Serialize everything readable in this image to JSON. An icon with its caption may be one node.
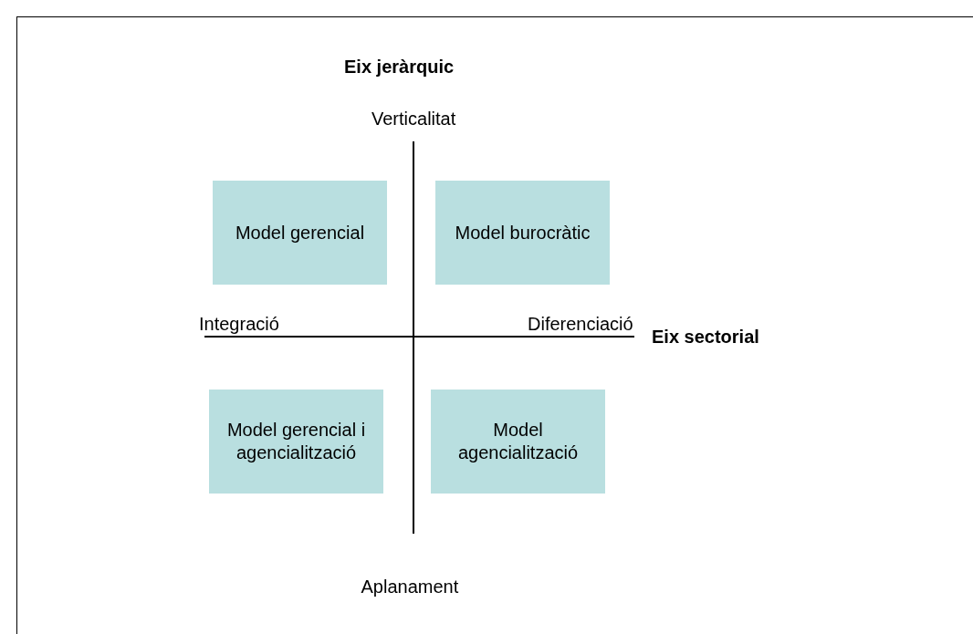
{
  "diagram": {
    "nodes": [
      {
        "text": [
          "Model gerencial"
        ]
      },
      {
        "text": [
          "Model burocràtic"
        ]
      },
      {
        "text": [
          "Model gerencial i agencialització"
        ]
      },
      {
        "text": [
          "Model agencialització"
        ]
      }
    ],
    "edges": [],
    "labels": [
      "Eix jeràrquic",
      "Verticalitat",
      "Integració",
      "Diferenciació",
      "Eix sectorial",
      "Aplanament"
    ]
  }
}
